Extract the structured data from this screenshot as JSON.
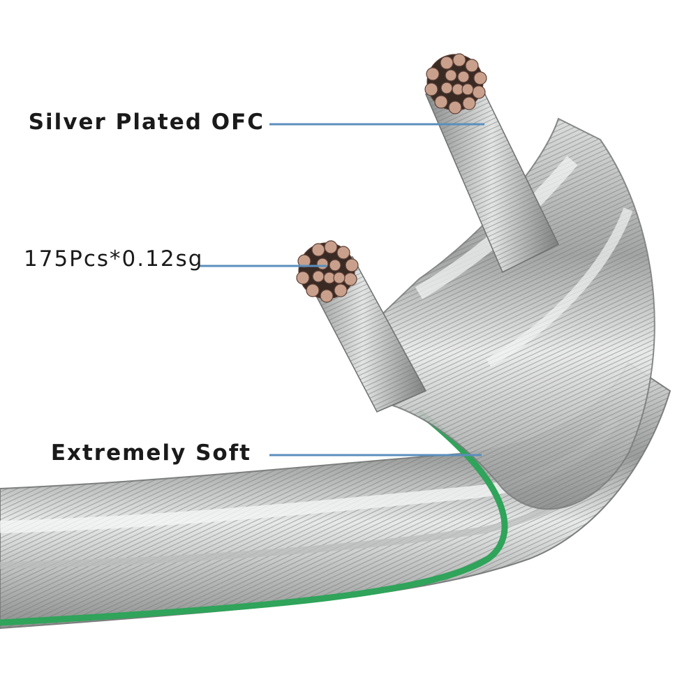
{
  "callouts": {
    "silver_plated": "Silver Plated OFC",
    "strand_count": "175Pcs*0.12sg",
    "softness": "Extremely Soft"
  },
  "colors": {
    "leader_line": "#5b8fbd",
    "copper_strand": "#c9a08c",
    "sheath": "#a9acab",
    "insulation_edge": "#2fa45a",
    "label_text": "#1a1a1a"
  }
}
